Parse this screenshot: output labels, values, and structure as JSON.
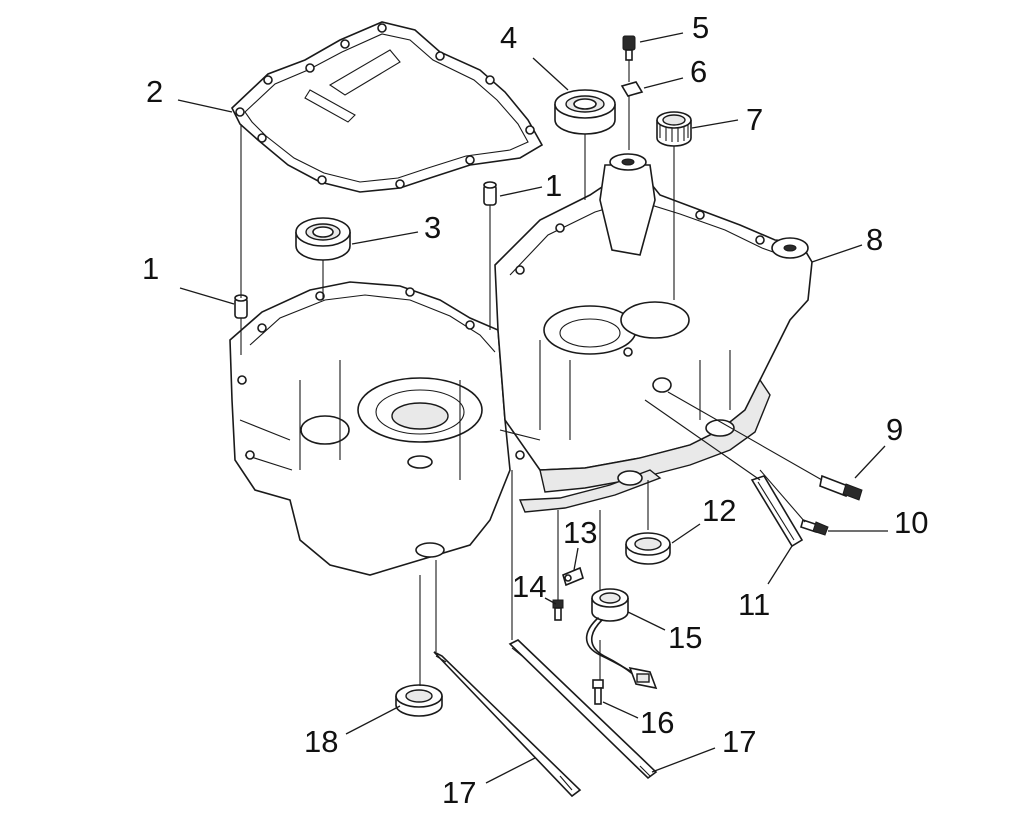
{
  "callouts": [
    {
      "id": "c1a",
      "text": "1"
    },
    {
      "id": "c1b",
      "text": "1"
    },
    {
      "id": "c2",
      "text": "2"
    },
    {
      "id": "c3",
      "text": "3"
    },
    {
      "id": "c4",
      "text": "4"
    },
    {
      "id": "c5",
      "text": "5"
    },
    {
      "id": "c6",
      "text": "6"
    },
    {
      "id": "c7",
      "text": "7"
    },
    {
      "id": "c8",
      "text": "8"
    },
    {
      "id": "c9",
      "text": "9"
    },
    {
      "id": "c10",
      "text": "10"
    },
    {
      "id": "c11",
      "text": "11"
    },
    {
      "id": "c12",
      "text": "12"
    },
    {
      "id": "c13",
      "text": "13"
    },
    {
      "id": "c14",
      "text": "14"
    },
    {
      "id": "c15",
      "text": "15"
    },
    {
      "id": "c16",
      "text": "16"
    },
    {
      "id": "c17a",
      "text": "17"
    },
    {
      "id": "c17b",
      "text": "17"
    },
    {
      "id": "c18",
      "text": "18"
    }
  ]
}
